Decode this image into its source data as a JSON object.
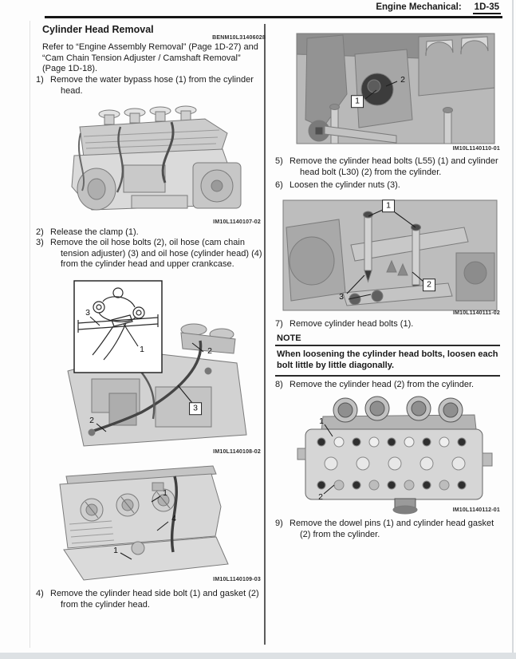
{
  "header": {
    "section": "Engine Mechanical:",
    "page_no": "1D-35"
  },
  "title": "Cylinder Head Removal",
  "doc_code": "BENM10L31406028",
  "intro": "Refer to “Engine Assembly Removal” (Page 1D-27) and “Cam Chain Tension Adjuster / Camshaft Removal” (Page 1D-18).",
  "steps": {
    "s1": {
      "num": "1)",
      "text": "Remove the water bypass hose (1) from the cylinder head."
    },
    "s2": {
      "num": "2)",
      "text": "Release the clamp (1)."
    },
    "s3": {
      "num": "3)",
      "text": "Remove the oil hose bolts (2), oil hose (cam chain tension adjuster) (3) and oil hose (cylinder head) (4) from the cylinder head and upper crankcase."
    },
    "s4": {
      "num": "4)",
      "text": "Remove the cylinder head side bolt (1) and gasket (2) from the cylinder head."
    },
    "s5": {
      "num": "5)",
      "text": "Remove the cylinder head bolts (L55) (1) and cylinder head bolt (L30) (2) from the cylinder."
    },
    "s6": {
      "num": "6)",
      "text": "Loosen the cylinder nuts (3)."
    },
    "s7": {
      "num": "7)",
      "text": "Remove cylinder head bolts (1)."
    },
    "s8": {
      "num": "8)",
      "text": "Remove the cylinder head (2) from the cylinder."
    },
    "s9": {
      "num": "9)",
      "text": "Remove the dowel pins (1) and cylinder head gasket (2) from the cylinder."
    }
  },
  "note": {
    "label": "NOTE",
    "text": "When loosening the cylinder head bolts, loosen each bolt little by little diagonally."
  },
  "figures": {
    "l1": {
      "caption": "IM10L1140107-02"
    },
    "l2": {
      "caption": "IM10L1140108-02",
      "inset_c3": "3",
      "inset_c1": "1",
      "c2_top": "2",
      "c3_box": "3",
      "c2_bottom": "2"
    },
    "l3": {
      "caption": "IM10L1140109-03",
      "c1_top": "1",
      "c4": "4",
      "c1_bottom": "1"
    },
    "r1": {
      "caption": "IM10L1140110-01",
      "c1": "1",
      "c2": "2"
    },
    "r2": {
      "caption": "IM10L1140111-02",
      "c1": "1",
      "c2": "2",
      "c3": "3"
    },
    "r3": {
      "caption": "IM10L1140112-01",
      "c1": "1",
      "c2": "2"
    }
  }
}
